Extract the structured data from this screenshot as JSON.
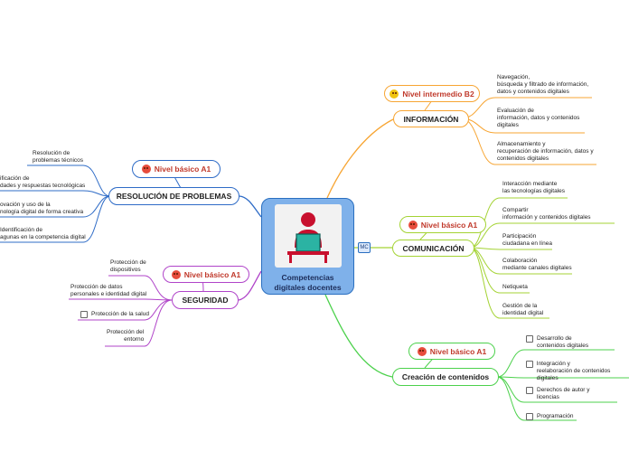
{
  "central": {
    "title": "Competencias\ndigitales docentes",
    "image": "teacher-at-computer-illustration",
    "colors": {
      "fill": "#7fb1ea",
      "border": "#2a6fc0"
    }
  },
  "mc_tag": "MC",
  "branches": {
    "informacion": {
      "label": "INFORMACIÓN",
      "color": "#f7a533",
      "level": "Nivel intermedio B2",
      "level_icon": "thinking-face-icon",
      "items": [
        "Navegación,\nbúsqueda y filtrado de información,\ndatos y contenidos digitales",
        "Evaluación de\ninformación, datos y contenidos\ndigitales",
        "Almacenamiento y\nrecuperación de información, datos y\ncontenidos digitales"
      ]
    },
    "comunicacion": {
      "label": "COMUNICACIÓN",
      "color": "#a4d334",
      "level": "Nivel básico A1",
      "level_icon": "angry-face-icon",
      "items": [
        "Interacción mediante\nlas tecnologías digitales",
        "Compartir\ninformación y contenidos digitales",
        "Participación\nciudadana en línea",
        "Colaboración\nmediante canales digitales",
        "Netiqueta",
        "Gestión de la\nidentidad digital"
      ]
    },
    "creacion": {
      "label": "Creación de contenidos",
      "color": "#4cd14c",
      "level": "Nivel básico A1",
      "level_icon": "angry-face-icon",
      "items": [
        "Desarrollo de\ncontenidos digitales",
        "Integración y\nreelaboración de contenidos digitales",
        "Derechos de autor y\nlicencias",
        "Programación"
      ]
    },
    "resolucion": {
      "label": "RESOLUCIÓN DE PROBLEMAS",
      "color": "#2f6cc7",
      "level": "Nivel  básico A1",
      "level_icon": "angry-face-icon",
      "items": [
        "Resolución de\nproblemas técnicos",
        "ificación de\ndades y respuestas tecnológicas",
        "ovación y uso de la\nnología digital de forma creativa",
        "Identificación de\nagunas en la competencia digital"
      ]
    },
    "seguridad": {
      "label": "SEGURIDAD",
      "color": "#b044c9",
      "level": "Nivel básico A1",
      "level_icon": "angry-face-icon",
      "items": [
        "Protección de\ndispositivos",
        "Protección de datos\npersonales e identidad digital",
        "Protección de la salud",
        "Protección del\nentorno"
      ]
    }
  }
}
